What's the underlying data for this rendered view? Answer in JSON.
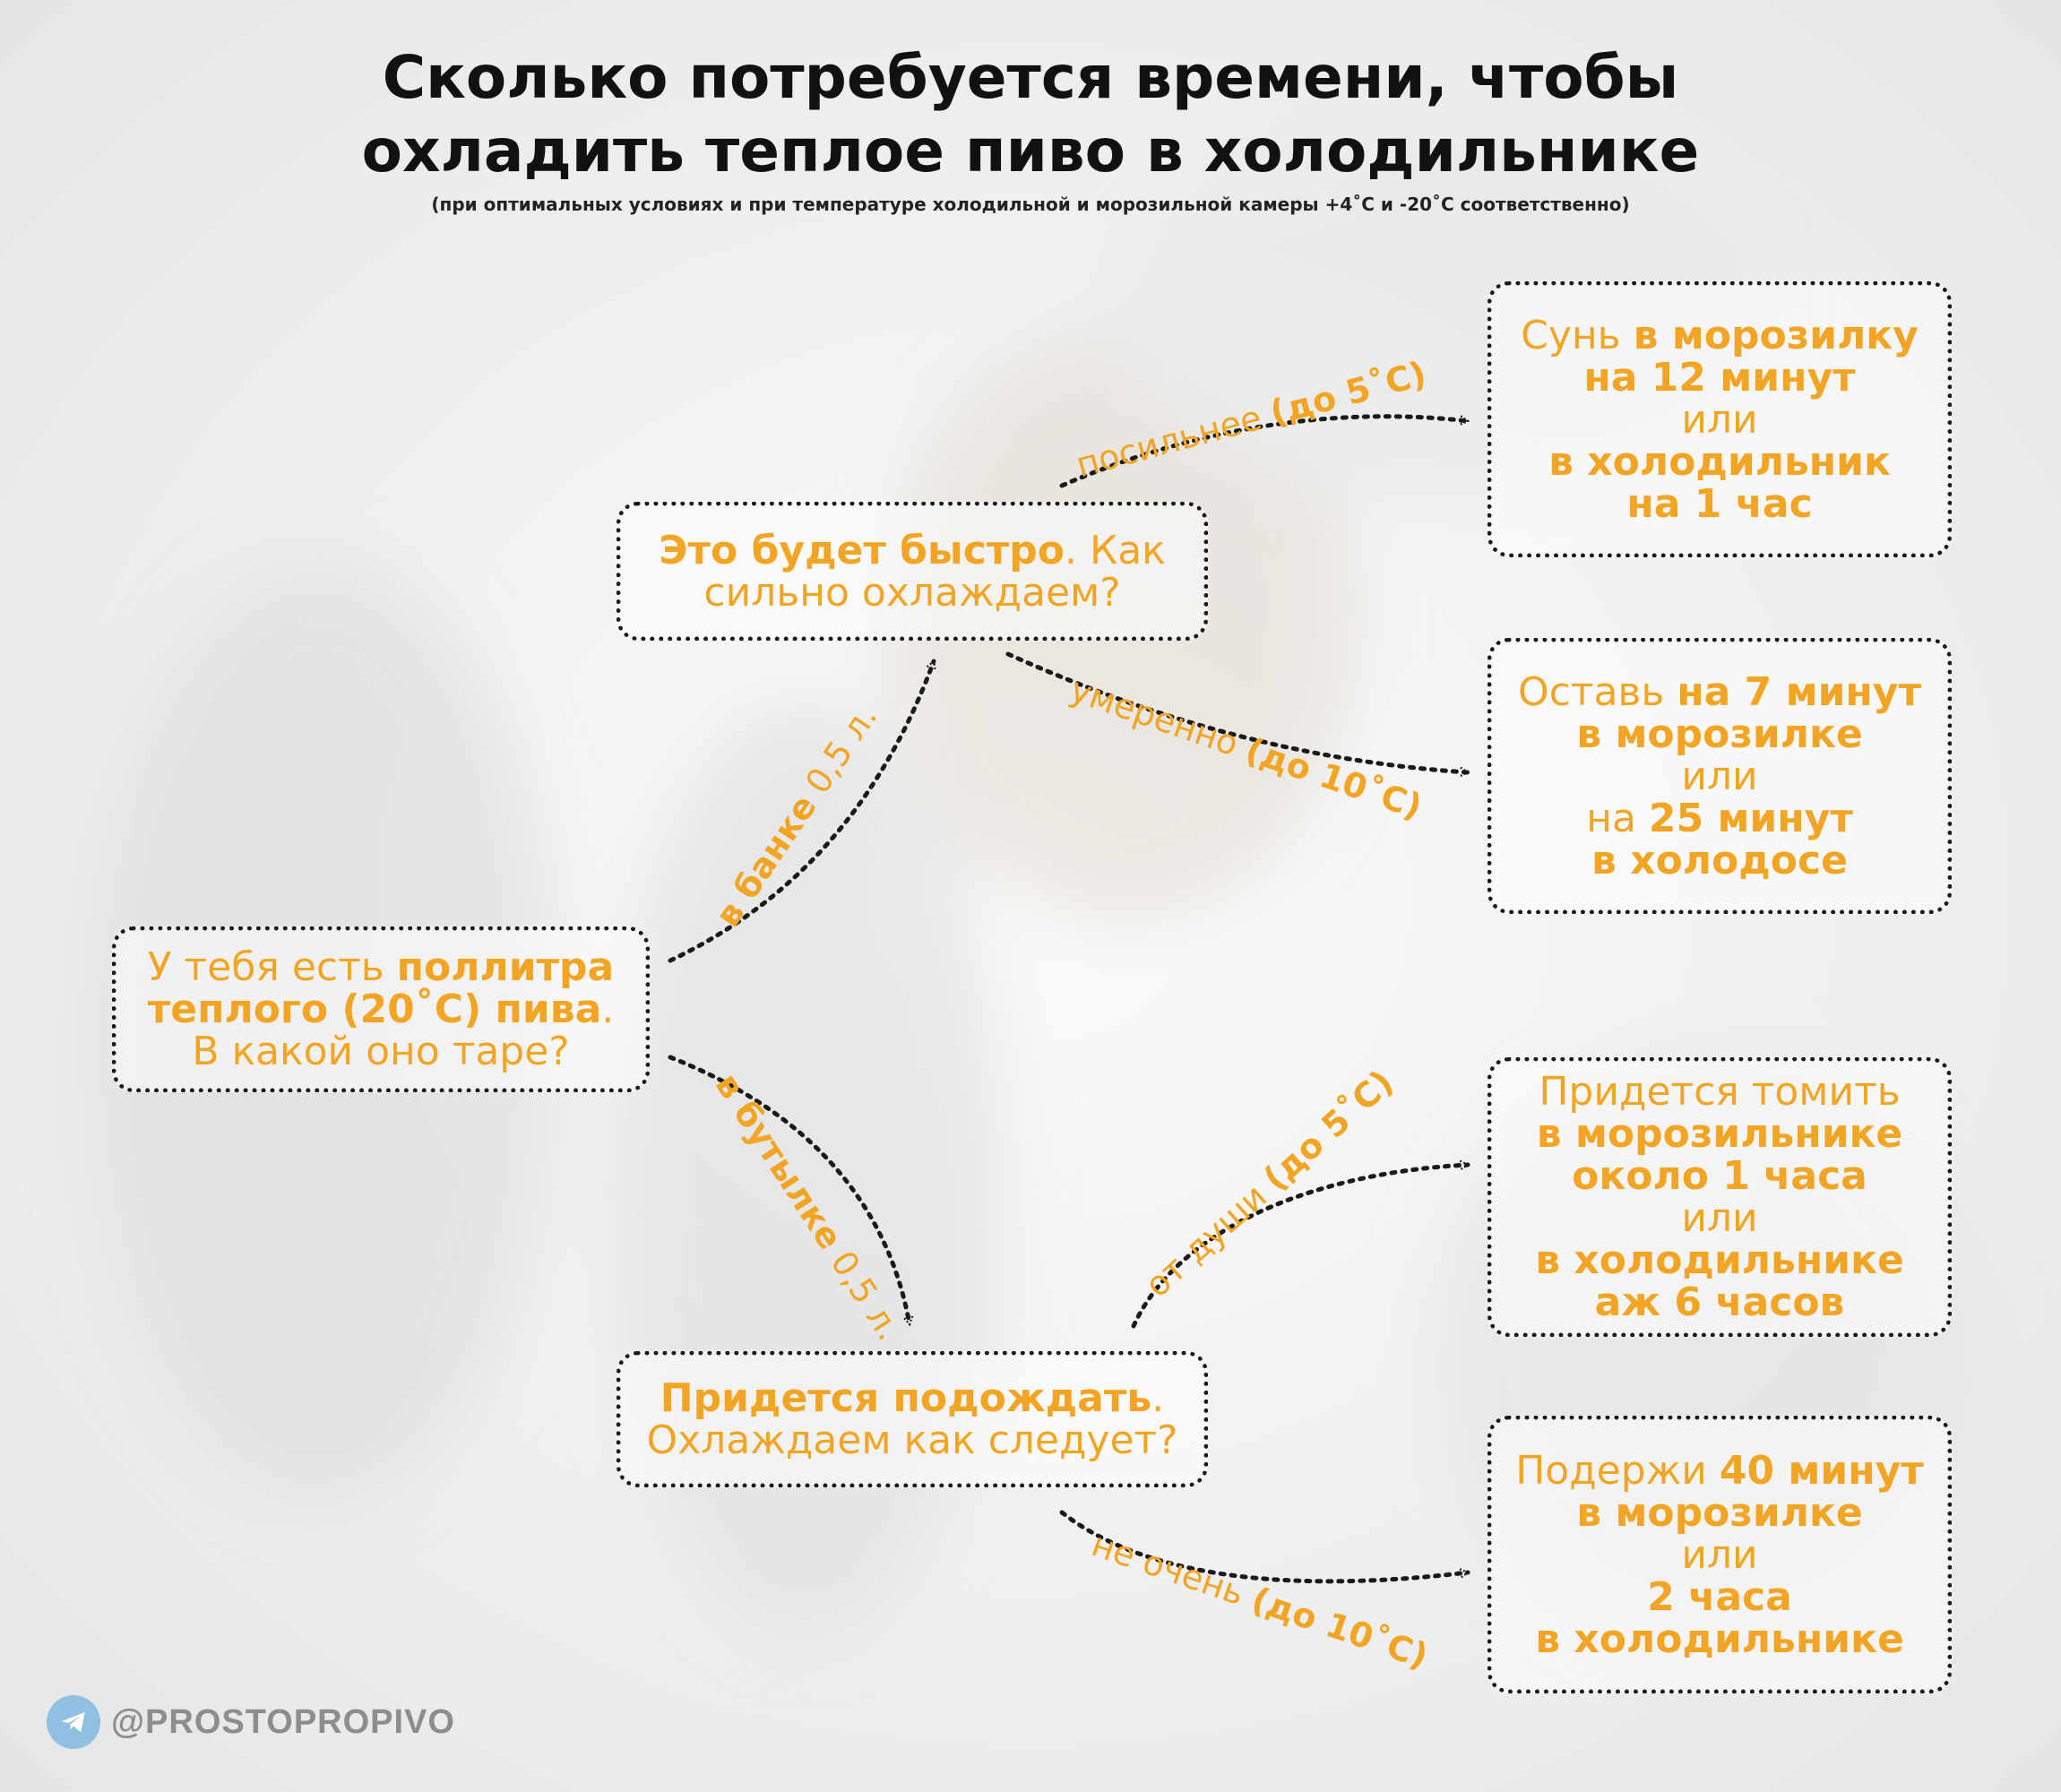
{
  "title": {
    "line1": "Сколько потребуется времени, чтобы",
    "line2": "охладить теплое пиво в холодильнике",
    "subtitle": "(при оптимальных условиях и при температуре холодильной и морозильной камеры +4˚С и -20˚С соответственно)"
  },
  "start": {
    "p1": "У тебя есть ",
    "p2": "поллитра",
    "p3": "теплого (20˚С) пива",
    "p4": ".",
    "p5": "В какой оно таре?"
  },
  "fast": {
    "p1": "Это будет быстро",
    "p2": ". Как",
    "p3": "сильно охлаждаем?"
  },
  "slow": {
    "p1": "Придется подождать",
    "p2": ".",
    "p3": "Охлаждаем как следует?"
  },
  "edges": {
    "can_bold": "в банке",
    "can_rest": " 0,5 л.",
    "bottle_bold": "в бутылке",
    "bottle_rest": " 0,5 л.",
    "strong_text": "посильнее ",
    "strong_temp": "(до 5˚С)",
    "moderate_text": "умеренно ",
    "moderate_temp": "(до 10˚С)",
    "soul_text": "от души ",
    "soul_temp": "(до 5˚С)",
    "notvery_text": "не очень ",
    "notvery_temp": "(до 10˚С)"
  },
  "results": {
    "r1": {
      "a": "Сунь ",
      "b": "в морозилку",
      "c": "на 12 минут",
      "d": "или",
      "e": "в холодильник",
      "f": "на 1 час"
    },
    "r2": {
      "a": "Оставь ",
      "b": "на 7 минут",
      "c": "в морозилке",
      "d": "или",
      "e": "на ",
      "f": "25 минут",
      "g": "в холодосе"
    },
    "r3": {
      "a": "Придется томить",
      "b": "в морозильнике",
      "c": "около 1 часа",
      "d": "или",
      "e": "в холодильнике",
      "f": "аж 6 часов"
    },
    "r4": {
      "a": "Подержи ",
      "b": "40 минут",
      "c": "в морозилке",
      "d": "или",
      "e": "2 часа",
      "f": "в холодильнике"
    }
  },
  "brand": {
    "handle": "@PROSTOPROPIVO",
    "icon": "telegram-icon"
  },
  "colors": {
    "accent": "#f2a524",
    "text": "#111111",
    "border": "#1a1a1a"
  }
}
